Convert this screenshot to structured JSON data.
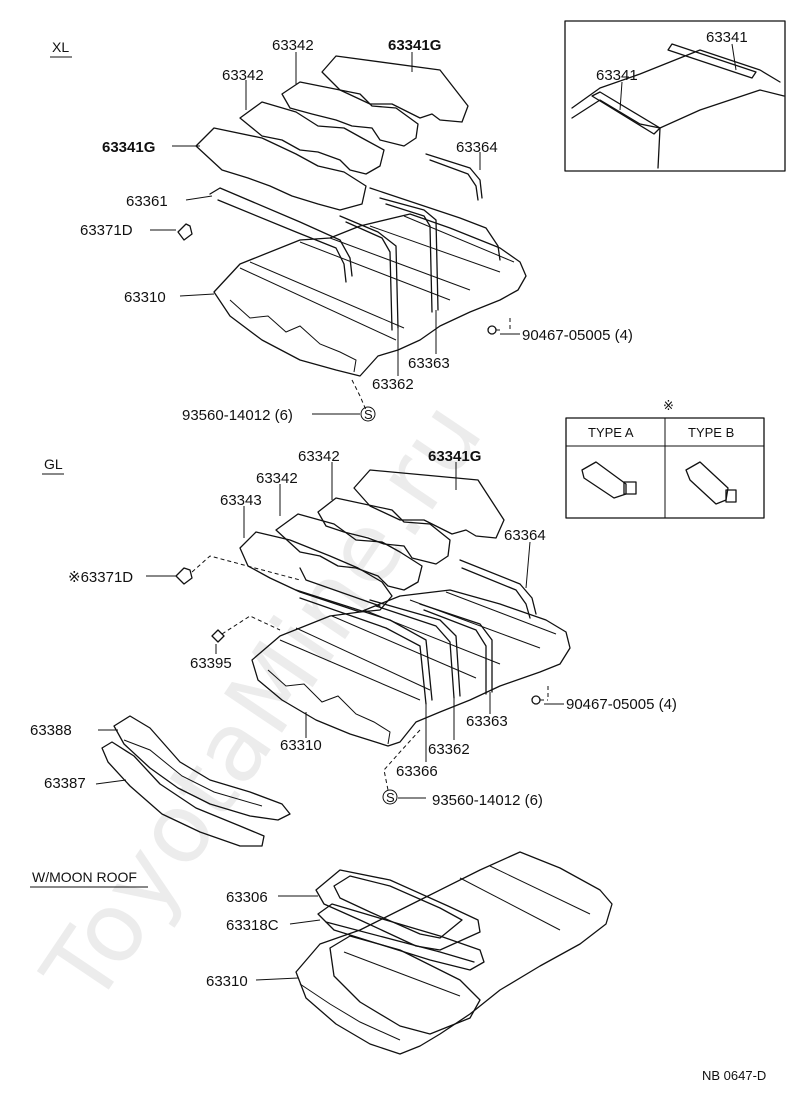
{
  "watermark": "ToyotaMine.ru",
  "sections": {
    "xl": "XL",
    "gl": "GL",
    "moon_roof": "W/MOON ROOF"
  },
  "xl_labels": {
    "p63342a": "63342",
    "p63341g_a": "63341G",
    "p63342b": "63342",
    "p63341g_b": "63341G",
    "p63364": "63364",
    "p63361": "63361",
    "p63371d": "63371D",
    "p63310": "63310",
    "p90467": "90467-05005 (4)",
    "p63363": "63363",
    "p63362": "63362",
    "p93560": "93560-14012 (6)"
  },
  "inset": {
    "p63341a": "63341",
    "p63341b": "63341"
  },
  "type_table": {
    "note_mark": "※",
    "type_a": "TYPE A",
    "type_b": "TYPE B"
  },
  "gl_labels": {
    "p63342a": "63342",
    "p63341g": "63341G",
    "p63342b": "63342",
    "p63343": "63343",
    "p63364": "63364",
    "p63371d": "※63371D",
    "p63395": "63395",
    "p90467": "90467-05005 (4)",
    "p63388": "63388",
    "p63363": "63363",
    "p63310": "63310",
    "p63362": "63362",
    "p63387": "63387",
    "p63366": "63366",
    "p93560": "93560-14012 (6)"
  },
  "moon_labels": {
    "p63306": "63306",
    "p63318c": "63318C",
    "p63310": "63310"
  },
  "fastener_symbol": "S",
  "drawing_code": "NB 0647-D"
}
